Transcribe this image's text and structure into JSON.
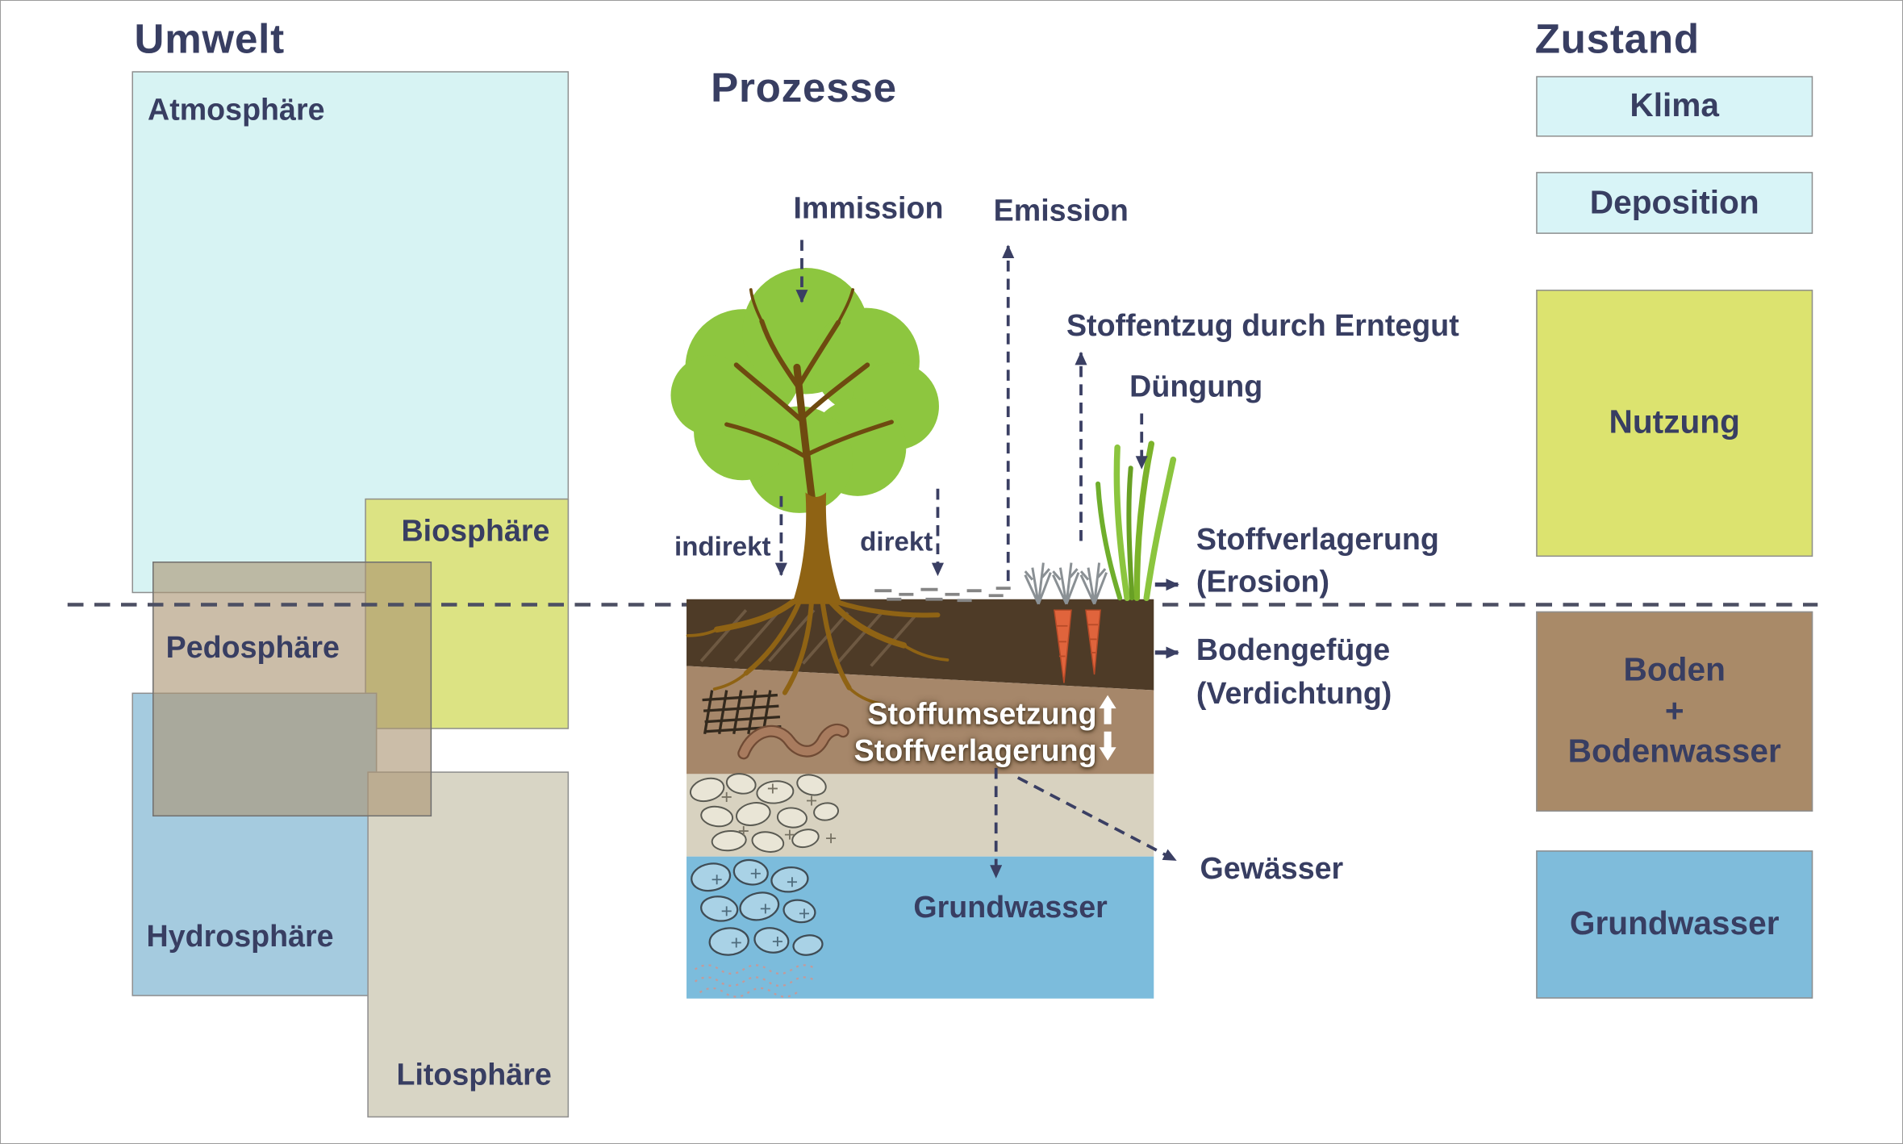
{
  "umwelt": {
    "title": "Umwelt",
    "atmosphaere": "Atmosphäre",
    "biosphaere": "Biosphäre",
    "pedosphaere": "Pedosphäre",
    "hydrosphaere": "Hydrosphäre",
    "litosphaere": "Litosphäre"
  },
  "prozesse": {
    "title": "Prozesse",
    "immission": "Immission",
    "emission": "Emission",
    "stoffentzug": "Stoffentzug durch Erntegut",
    "duengung": "Düngung",
    "indirekt": "indirekt",
    "direkt": "direkt",
    "erosion_line1": "Stoffverlagerung",
    "erosion_line2": "(Erosion)",
    "gefuege_line1": "Bodengefüge",
    "gefuege_line2": "(Verdichtung)",
    "umsetzung": "Stoffumsetzung",
    "verlagerung": "Stoffverlagerung",
    "grundwasser": "Grundwasser",
    "gewaesser": "Gewässer"
  },
  "zustand": {
    "title": "Zustand",
    "klima": "Klima",
    "deposition": "Deposition",
    "nutzung": "Nutzung",
    "boden_line1": "Boden",
    "boden_line2": "+",
    "boden_line3": "Bodenwasser",
    "grundwasser": "Grundwasser"
  },
  "colors": {
    "text": "#383e62",
    "atmosphere": "#d7f3f3",
    "biosphere": "#dce383",
    "pedosphere": "#ab9472",
    "hydrosphere": "#a5cbdf",
    "lithosphere": "#d8d5c5",
    "nutzung": "#dce36f",
    "boden": "#a98a68",
    "groundwater": "#7fbcdb",
    "topsoil": "#4e3b27",
    "subsoil": "#a6876a",
    "substrate": "#d8d2c0"
  }
}
